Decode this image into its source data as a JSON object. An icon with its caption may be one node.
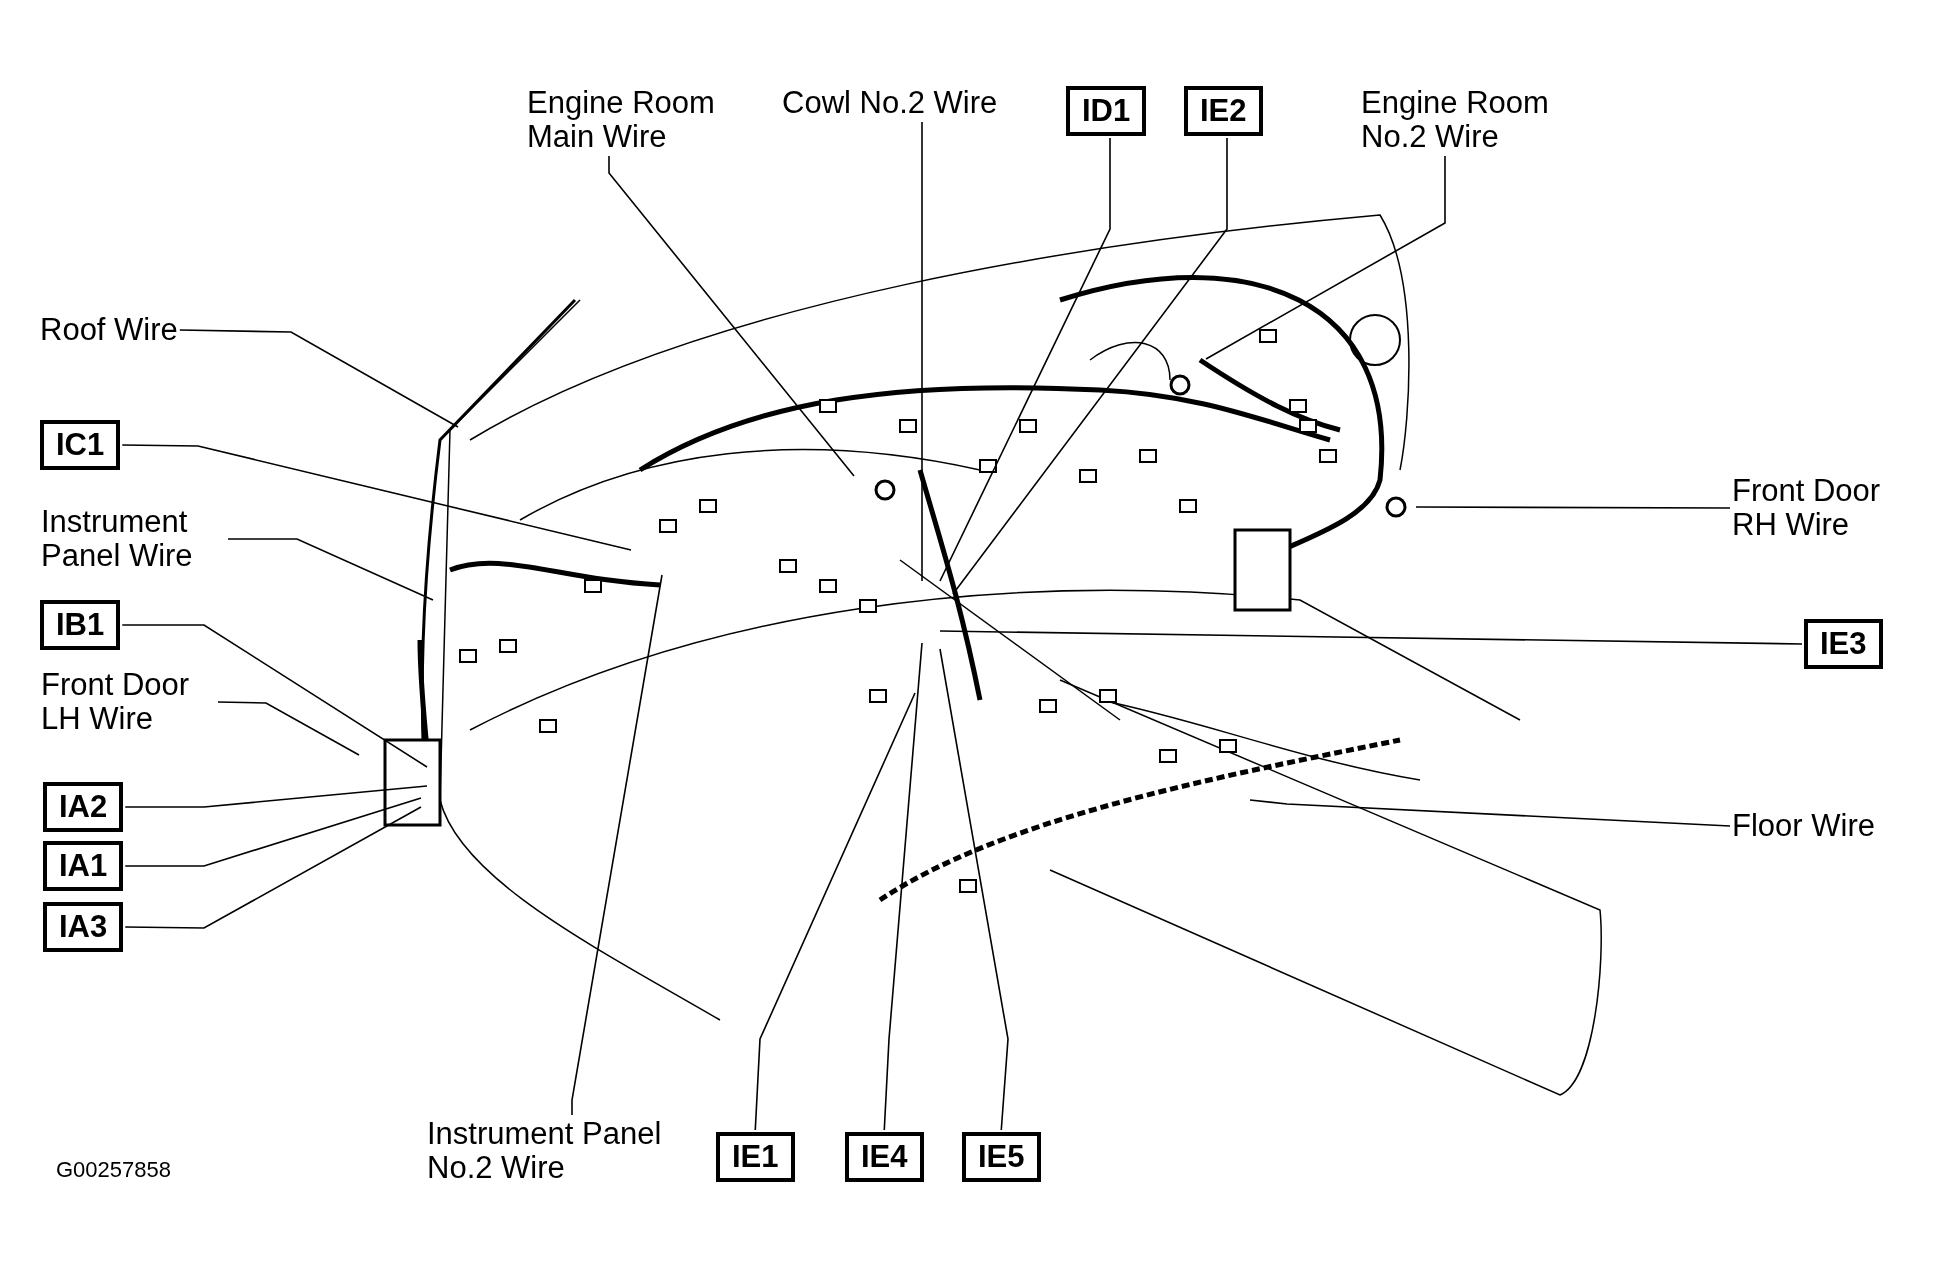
{
  "diagram": {
    "nodes": [
      {
        "text": [
          "Engine Room Main Wire"
        ]
      },
      {
        "text": [
          "Cowl No.2 Wire"
        ]
      },
      {
        "text": [
          "ID1"
        ]
      },
      {
        "text": [
          "IE2"
        ]
      },
      {
        "text": [
          "Engine Room No.2 Wire"
        ]
      },
      {
        "text": [
          "Roof Wire"
        ]
      },
      {
        "text": [
          "IC1"
        ]
      },
      {
        "text": [
          "Front Door RH Wire"
        ]
      },
      {
        "text": [
          "Instrument Panel Wire"
        ]
      },
      {
        "text": [
          "IB1"
        ]
      },
      {
        "text": [
          "IE3"
        ]
      },
      {
        "text": [
          "Front Door LH Wire"
        ]
      },
      {
        "text": [
          "IA2"
        ]
      },
      {
        "text": [
          "Floor Wire"
        ]
      },
      {
        "text": [
          "IA1"
        ]
      },
      {
        "text": [
          "IA3"
        ]
      },
      {
        "text": [
          "Instrument Panel No.2 Wire"
        ]
      },
      {
        "text": [
          "IE1"
        ]
      },
      {
        "text": [
          "IE4"
        ]
      },
      {
        "text": [
          "IE5"
        ]
      }
    ],
    "edges": [
      {
        "from": 0,
        "to": null,
        "arrow": "none"
      },
      {
        "from": 1,
        "to": null,
        "arrow": "none"
      },
      {
        "from": 2,
        "to": null,
        "arrow": "none"
      },
      {
        "from": 3,
        "to": null,
        "arrow": "none"
      },
      {
        "from": 4,
        "to": null,
        "arrow": "none"
      },
      {
        "from": 5,
        "to": null,
        "arrow": "none"
      },
      {
        "from": 6,
        "to": null,
        "arrow": "none"
      },
      {
        "from": 7,
        "to": null,
        "arrow": "none"
      },
      {
        "from": 8,
        "to": null,
        "arrow": "none"
      },
      {
        "from": 9,
        "to": null,
        "arrow": "none"
      },
      {
        "from": 10,
        "to": null,
        "arrow": "none"
      },
      {
        "from": 11,
        "to": null,
        "arrow": "none"
      },
      {
        "from": 12,
        "to": null,
        "arrow": "none"
      },
      {
        "from": 13,
        "to": null,
        "arrow": "none"
      },
      {
        "from": 14,
        "to": null,
        "arrow": "none"
      },
      {
        "from": 15,
        "to": null,
        "arrow": "none"
      },
      {
        "from": 16,
        "to": null,
        "arrow": "none"
      },
      {
        "from": 17,
        "to": null,
        "arrow": "none"
      },
      {
        "from": 18,
        "to": null,
        "arrow": "none"
      },
      {
        "from": 19,
        "to": null,
        "arrow": "none"
      }
    ],
    "labels": [
      "G00257858"
    ]
  }
}
